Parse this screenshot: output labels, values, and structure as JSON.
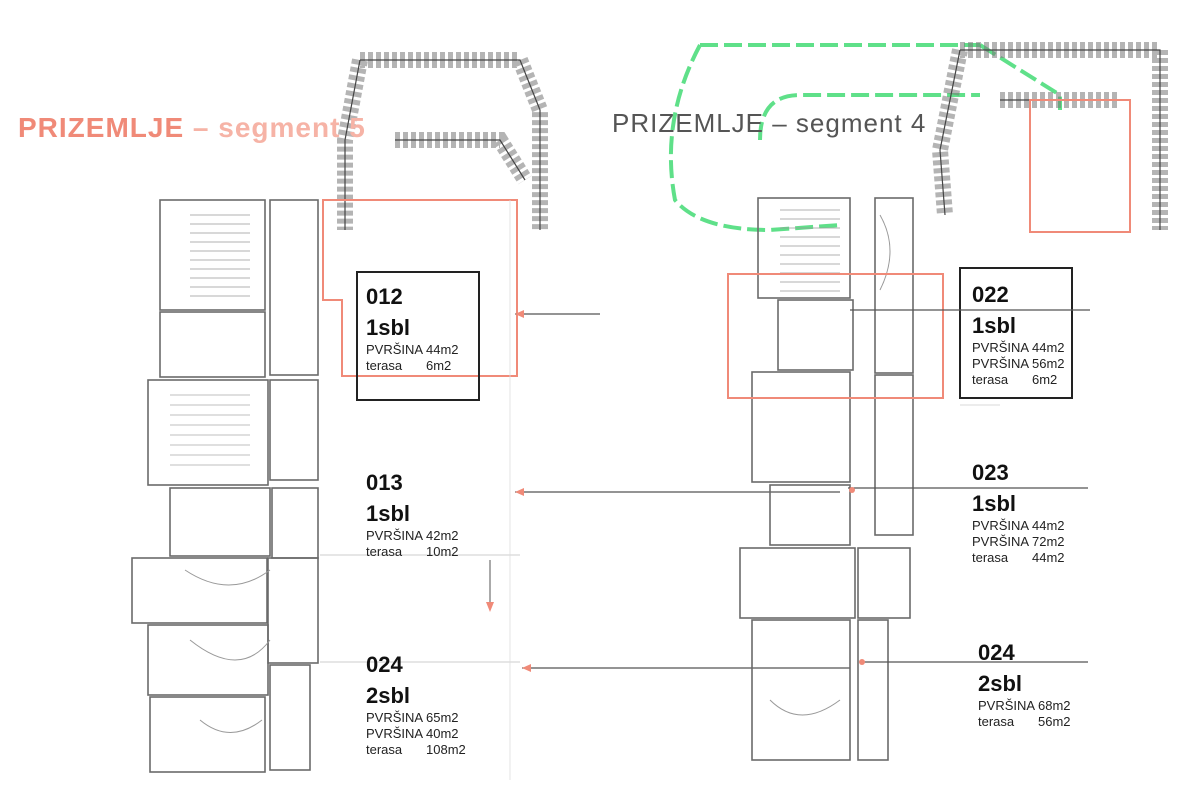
{
  "titles": {
    "left_a": "PRIZEMLJE",
    "left_b": " – segment 5",
    "right": "PRIZEMLJE – segment 4"
  },
  "units_left": [
    {
      "code": "012",
      "type": "1sbl",
      "rows": [
        [
          "PVRŠINA",
          "44m2"
        ],
        [
          "terasa",
          "6m2"
        ]
      ]
    },
    {
      "code": "013",
      "type": "1sbl",
      "rows": [
        [
          "PVRŠINA",
          "42m2"
        ],
        [
          "terasa",
          "10m2"
        ]
      ]
    },
    {
      "code": "024",
      "type": "2sbl",
      "rows": [
        [
          "PVRŠINA",
          "65m2"
        ],
        [
          "PVRŠINA",
          "40m2"
        ],
        [
          "terasa",
          "108m2"
        ]
      ]
    }
  ],
  "units_right": [
    {
      "code": "022",
      "type": "1sbl",
      "rows": [
        [
          "PVRŠINA",
          "44m2"
        ],
        [
          "PVRŠINA",
          "56m2"
        ],
        [
          "terasa",
          "6m2"
        ]
      ]
    },
    {
      "code": "023",
      "type": "1sbl",
      "rows": [
        [
          "PVRŠINA",
          "44m2"
        ],
        [
          "PVRŠINA",
          "72m2"
        ],
        [
          "terasa",
          "44m2"
        ]
      ]
    },
    {
      "code": "024",
      "type": "2sbl",
      "rows": [
        [
          "PVRŠINA",
          "68m2"
        ],
        [
          "terasa",
          "56m2"
        ]
      ]
    }
  ],
  "colors": {
    "accent": "#f08a78",
    "accent_light": "#f6b3a6",
    "highlight_green": "#5fe089",
    "wall": "#6a6a6a",
    "line": "#555555"
  }
}
